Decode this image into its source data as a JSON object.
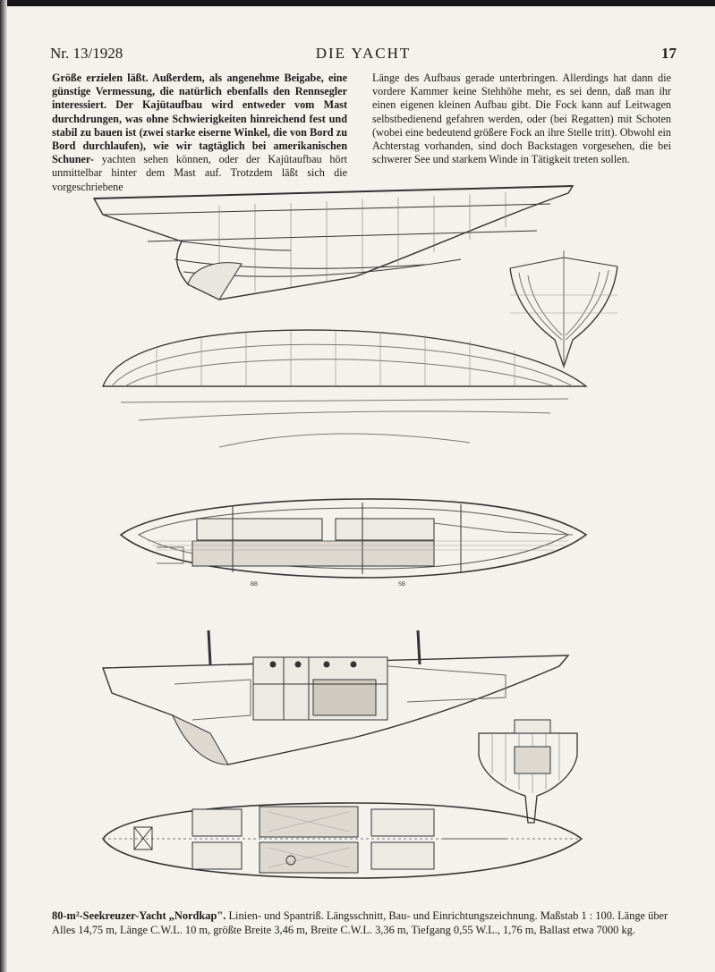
{
  "header": {
    "issue": "Nr. 13/1928",
    "journal": "DIE YACHT",
    "page_number": "17"
  },
  "body": {
    "left_column": {
      "para_bold": "Größe erzielen läßt. Außerdem, als angenehme Beigabe, eine günstige Vermessung, die natürlich ebenfalls den Rennsegler interessiert. Der Kajütaufbau wird entweder vom Mast durchdrungen, was ohne Schwierigkeiten hinreichend fest und stabil zu bauen ist (zwei starke eiserne Winkel, die von Bord zu Bord durchlaufen), wie wir tagtäglich bei amerikanischen Schuner-",
      "para_normal": "yachten sehen können, oder der Kajütaufbau hört unmittelbar hinter dem Mast auf. Trotzdem läßt sich die vorgeschriebene"
    },
    "right_column": {
      "para": "Länge des Aufbaus gerade unterbringen. Allerdings hat dann die vordere Kammer keine Stehhöhe mehr, es sei denn, daß man ihr einen eigenen kleinen Aufbau gibt. Die Fock kann auf Leitwagen selbstbedienend gefahren werden, oder (bei Regatten) mit Schoten (wobei eine bedeutend größere Fock an ihre Stelle tritt). Obwohl ein Achterstag vorhanden, sind doch Backstagen vorgesehen, die bei schwerer See und starkem Winde in Tätigkeit treten sollen."
    }
  },
  "figure": {
    "label_deck_plan": "BB",
    "label_deck_plan_2": "SB"
  },
  "caption": {
    "title": "80-m²-Seekreuzer-Yacht „Nordkap\".",
    "text": "Linien- und Spantriß. Längsschnitt, Bau- und Einrichtungszeichnung. Maßstab 1 : 100. Länge über Alles 14,75 m, Länge C.W.L. 10 m, größte Breite 3,46 m, Breite C.W.L. 3,36 m, Tiefgang 0,55 W.L., 1,76 m, Ballast etwa 7000 kg."
  }
}
